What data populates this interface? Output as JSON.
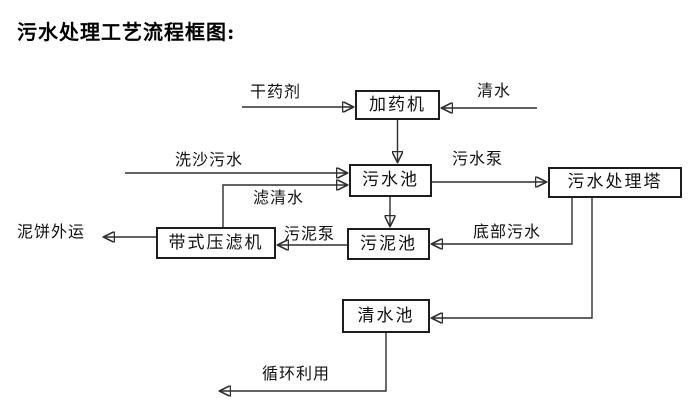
{
  "title": "污水处理工艺流程框图:",
  "nodes": {
    "dosing_machine": {
      "label": "加药机"
    },
    "sewage_pool": {
      "label": "污水池"
    },
    "treatment_tower": {
      "label": "污水处理塔"
    },
    "belt_filter_press": {
      "label": "带式压滤机"
    },
    "sludge_pool": {
      "label": "污泥池"
    },
    "clear_water_pool": {
      "label": "清水池"
    }
  },
  "edge_labels": {
    "dry_agent": "干药剂",
    "clear_water": "清水",
    "sand_washing_sewage": "洗沙污水",
    "sewage_pump": "污水泵",
    "filtered_water": "滤清水",
    "bottom_sewage": "底部污水",
    "sludge_pump": "污泥泵",
    "mud_cake_out": "泥饼外运",
    "recycle": "循环利用"
  },
  "flows": [
    {
      "label": "干药剂",
      "from": "",
      "to": "加药机"
    },
    {
      "label": "清水",
      "from": "",
      "to": "加药机"
    },
    {
      "label": "",
      "from": "加药机",
      "to": "污水池"
    },
    {
      "label": "洗沙污水",
      "from": "",
      "to": "污水池"
    },
    {
      "label": "滤清水",
      "from": "带式压滤机",
      "to": "污水池"
    },
    {
      "label": "污水泵",
      "from": "污水池",
      "to": "污水处理塔"
    },
    {
      "label": "",
      "from": "污水池",
      "to": "污泥池"
    },
    {
      "label": "底部污水",
      "from": "污水处理塔",
      "to": "污泥池"
    },
    {
      "label": "污泥泵",
      "from": "污泥池",
      "to": "带式压滤机"
    },
    {
      "label": "泥饼外运",
      "from": "带式压滤机",
      "to": ""
    },
    {
      "label": "",
      "from": "污水处理塔",
      "to": "清水池"
    },
    {
      "label": "循环利用",
      "from": "清水池",
      "to": ""
    }
  ],
  "colors": {
    "background": "#ffffff",
    "line": "#2e2e2e",
    "box_border": "#1d1d1d",
    "text": "#111111"
  }
}
